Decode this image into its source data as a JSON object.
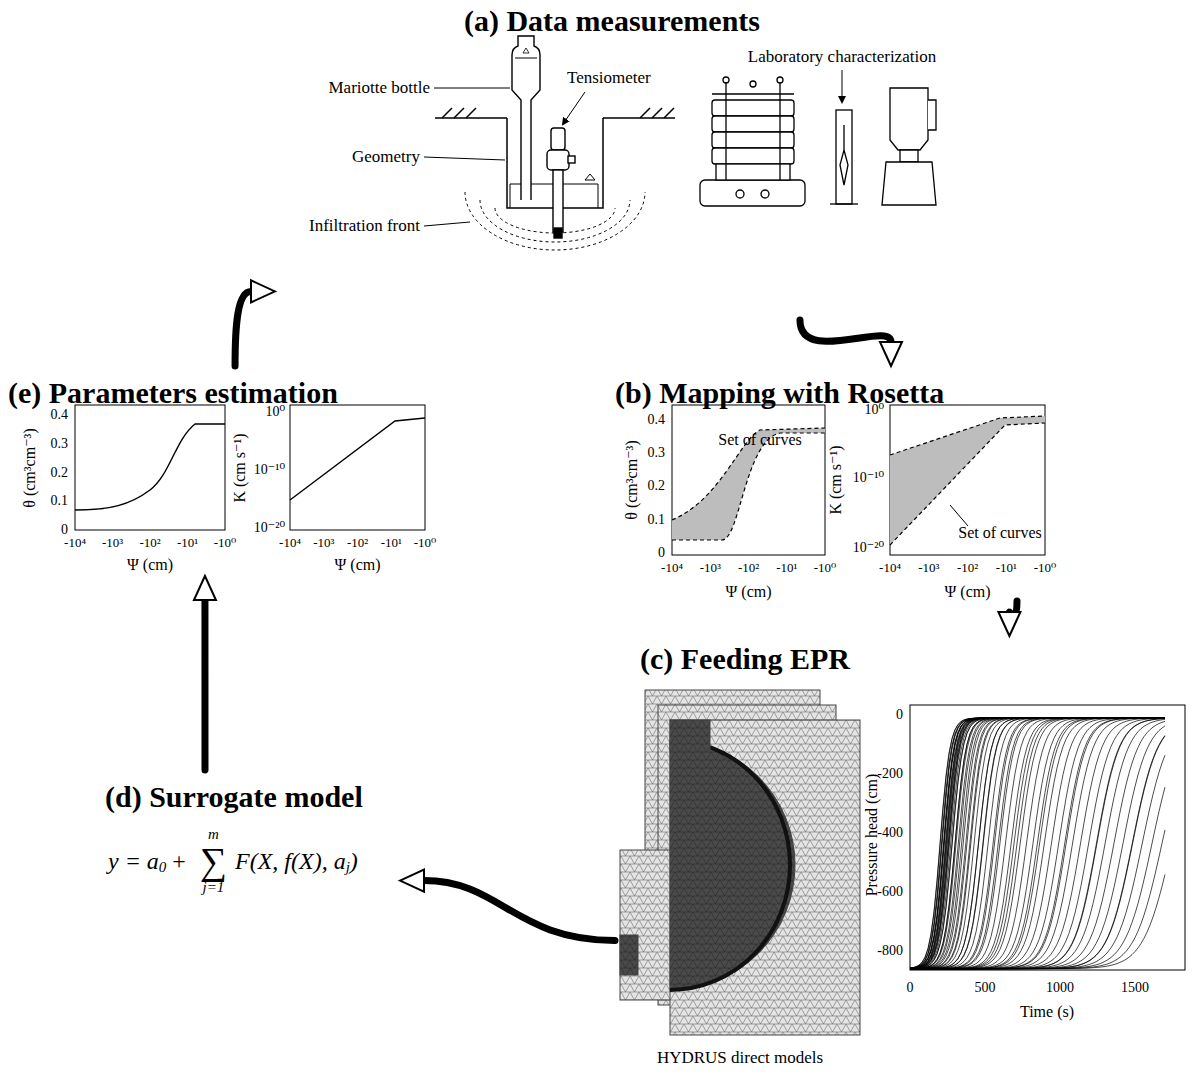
{
  "diagram": {
    "nodes": [
      {
        "text": [
          "(a) Data measurements"
        ]
      },
      {
        "text": [
          "(b) Mapping with Rosetta"
        ]
      },
      {
        "text": [
          "(c) Feeding EPR"
        ]
      },
      {
        "text": [
          "(d) Surrogate model"
        ]
      },
      {
        "text": [
          "(e) Parameters estimation"
        ]
      }
    ],
    "edges": [
      {
        "from": 0,
        "to": 1,
        "arrow": "to"
      },
      {
        "from": 1,
        "to": 2,
        "arrow": "to"
      },
      {
        "from": 2,
        "to": 3,
        "arrow": "to"
      },
      {
        "from": 3,
        "to": 4,
        "arrow": "to"
      },
      {
        "from": 4,
        "to": 0,
        "arrow": "to"
      }
    ],
    "labels": [
      "Mariotte bottle",
      "Tensiometer",
      "Geometry",
      "Infiltration front",
      "Laboratory characterization",
      "θ (cm³cm⁻³)",
      "0.4",
      "0.3",
      "0.2",
      "0.1",
      "0",
      "-10⁴",
      "-10³",
      "-10²",
      "-10¹",
      "-10⁰",
      "Ψ (cm)",
      "K (cm s⁻¹)",
      "10⁰",
      "10⁻¹⁰",
      "10⁻²⁰",
      "-10⁴",
      "-10³",
      "-10²",
      "-10¹",
      "-10⁰",
      "Ψ (cm)",
      "θ (cm³cm⁻³)",
      "0.4",
      "0.3",
      "0.2",
      "0.1",
      "0",
      "-10⁴",
      "-10³",
      "-10²",
      "-10¹",
      "-10⁰",
      "Ψ (cm)",
      "Set of curves",
      "K (cm s⁻¹)",
      "10⁰",
      "10⁻¹⁰",
      "10⁻²⁰",
      "-10⁴",
      "-10³",
      "-10²",
      "-10¹",
      "-10⁰",
      "Ψ (cm)",
      "Set of curves",
      "Pressure head (cm)",
      "0",
      "-200",
      "-400",
      "-600",
      "-800",
      "0",
      "500",
      "1000",
      "1500",
      "Time (s)",
      "HYDRUS direct models",
      "y = a",
      "0",
      "+",
      "m",
      "∑",
      "j=1",
      "F(X, f(X), a",
      "j",
      ")"
    ]
  }
}
